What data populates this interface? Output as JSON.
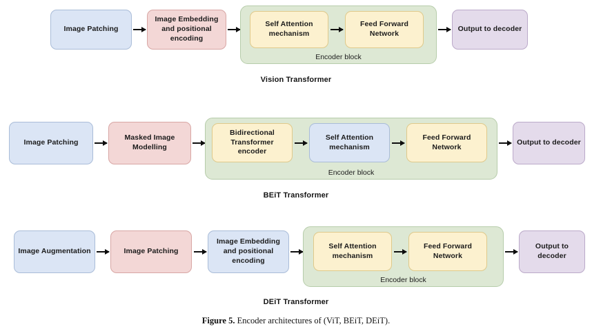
{
  "figure": {
    "number_label": "Figure 5.",
    "caption_text": "Encoder architectures of (ViT, BEiT, DEiT)."
  },
  "common": {
    "encoder_block_label": "Encoder block",
    "output_label": "Output to decoder",
    "self_attention_label": "Self Attention mechanism",
    "feed_forward_label": "Feed Forward Network"
  },
  "colors": {
    "blue_fill": "#dbe5f5",
    "blue_border": "#a9bcd8",
    "pink_fill": "#f3d7d6",
    "pink_border": "#d8a6a4",
    "yellow_fill": "#fcf1cf",
    "yellow_border": "#dfc98a",
    "purple_fill": "#e4dbeb",
    "purple_border": "#bba9c9",
    "green_fill": "#dde8d4",
    "green_border": "#b6ccaa",
    "arrow": "#0d0d0d",
    "text": "#1b1b1b"
  },
  "rows": [
    {
      "id": "vit",
      "caption": "Vision Transformer",
      "nodes": {
        "n1": "Image Patching",
        "n2": "Image Embedding and positional encoding",
        "n3": "Self Attention mechanism",
        "n4": "Feed Forward Network",
        "n5": "Output to decoder"
      },
      "encoder_label": "Encoder block"
    },
    {
      "id": "beit",
      "caption": "BEiT Transformer",
      "nodes": {
        "n1": "Image Patching",
        "n2": "Masked Image Modelling",
        "n3": "Bidirectional Transformer encoder",
        "n4": "Self Attention mechanism",
        "n5": "Feed Forward Network",
        "n6": "Output to decoder"
      },
      "encoder_label": "Encoder block"
    },
    {
      "id": "deit",
      "caption": "DEiT Transformer",
      "nodes": {
        "n1": "Image Augmentation",
        "n2": "Image Patching",
        "n3": "Image Embedding and positional encoding",
        "n4": "Self Attention mechanism",
        "n5": "Feed Forward Network",
        "n6": "Output to decoder"
      },
      "encoder_label": "Encoder block"
    }
  ]
}
